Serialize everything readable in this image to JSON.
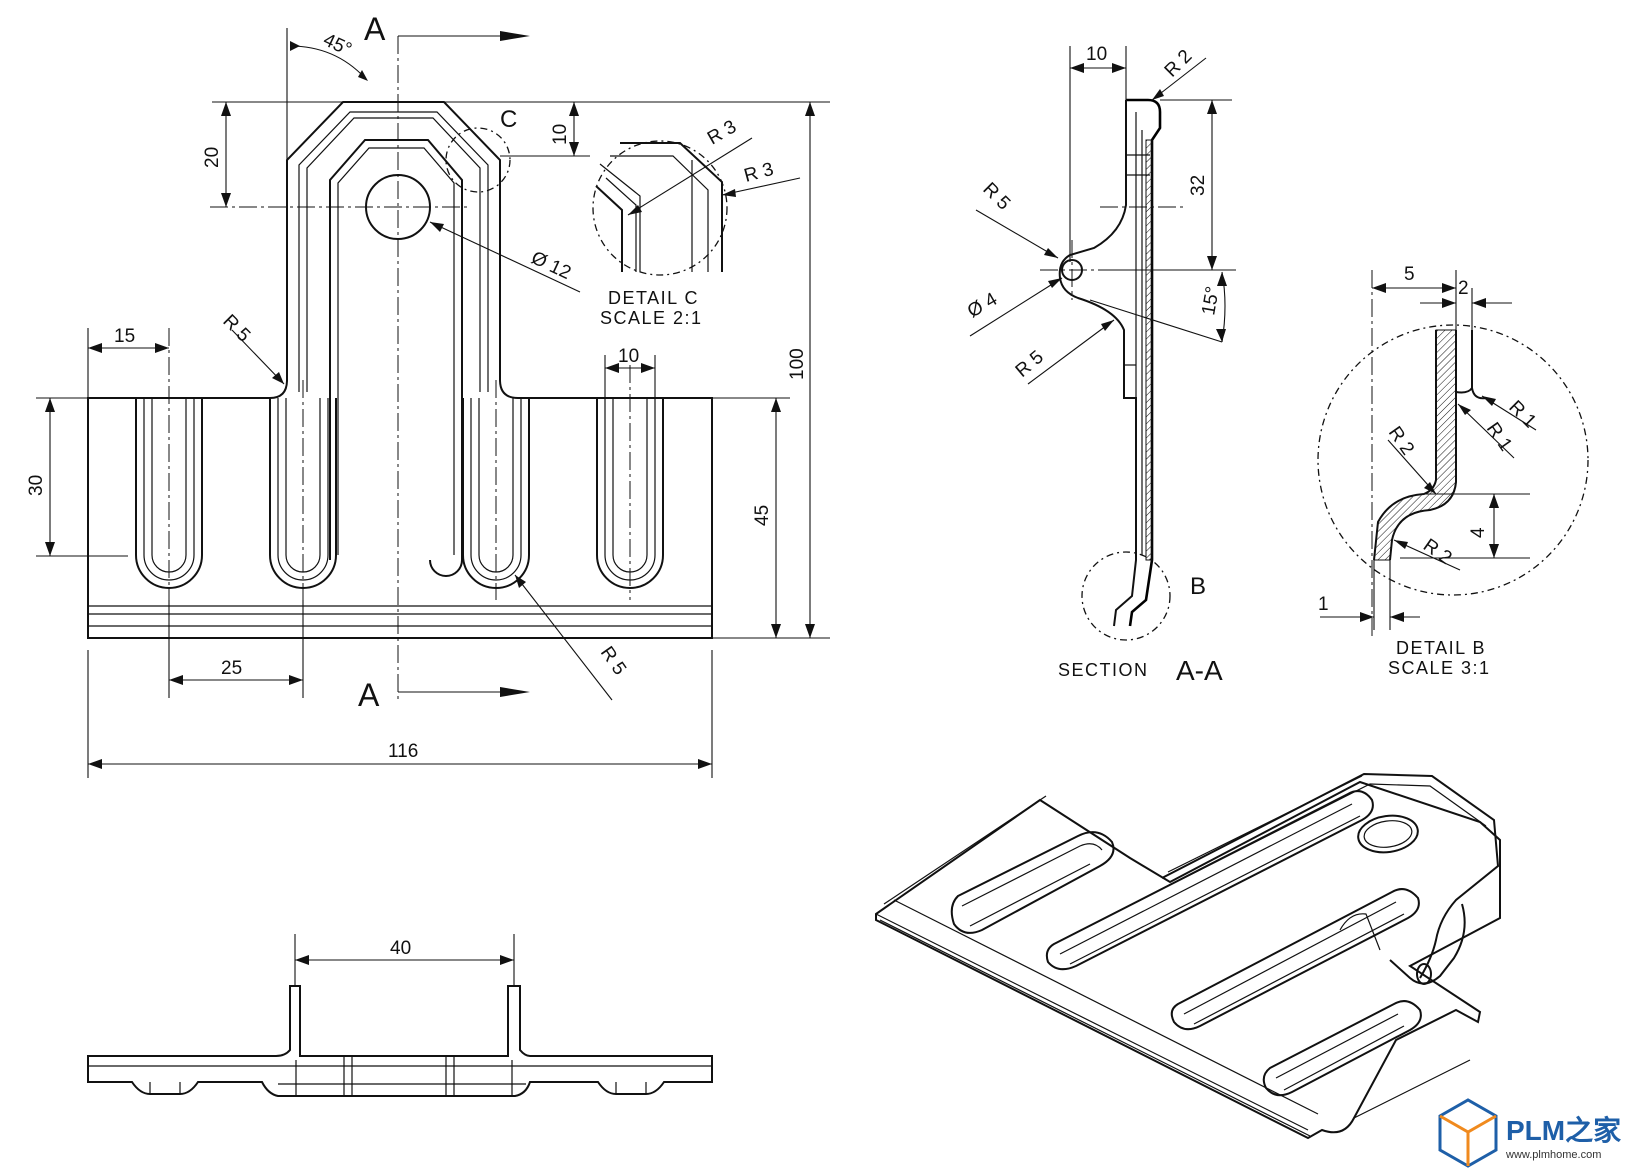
{
  "front_view": {
    "section_label_top": "A",
    "section_label_bottom": "A",
    "angle_45": "45°",
    "detail_c_label": "C",
    "dim_20": "20",
    "dim_10_top": "10",
    "dim_100": "100",
    "dim_hole": "Ø 12",
    "dim_r5_left": "R 5",
    "dim_r5_bottom": "R 5",
    "dim_15": "15",
    "dim_10_slot": "10",
    "dim_30": "30",
    "dim_45": "45",
    "dim_25": "25",
    "dim_116": "116"
  },
  "detail_c": {
    "r3_a": "R 3",
    "r3_b": "R 3",
    "caption": "DETAIL   C",
    "scale": "SCALE  2:1"
  },
  "section_aa": {
    "dim_10": "10",
    "r2": "R 2",
    "dim_32": "32",
    "r5_top": "R 5",
    "dia_4": "Ø 4",
    "angle_15": "15°",
    "r5_bottom": "R 5",
    "detail_b_label": "B",
    "caption_word": "SECTION",
    "caption_id": "A-A"
  },
  "detail_b": {
    "dim_5": "5",
    "dim_2": "2",
    "r1_a": "R 1",
    "r1_b": "R 1",
    "r2_a": "R 2",
    "r2_b": "R 2",
    "dim_4": "4",
    "dim_1": "1",
    "caption": "DETAIL   B",
    "scale": "SCALE  3:1"
  },
  "bottom_view": {
    "dim_40": "40"
  },
  "watermark": {
    "brand": "PLM之家",
    "url": "www.plmhome.com"
  }
}
